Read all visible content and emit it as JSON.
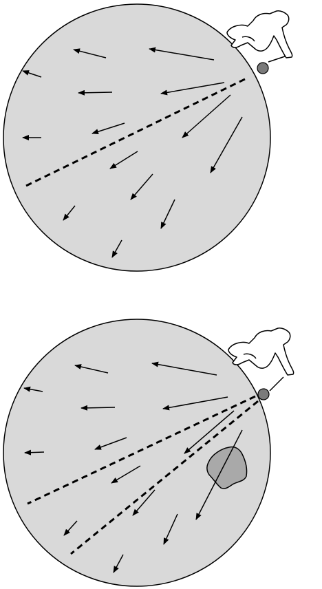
{
  "colors": {
    "disc_fill": "#d9d9d9",
    "outline": "#000000",
    "ball": "#7a7a7a",
    "obstacle": "#a9a9a9",
    "figure_fill": "#ffffff"
  },
  "panels": [
    {
      "id": "top",
      "elements": [
        "disc",
        "person-icon",
        "ball",
        "dashed-boundary",
        "arrows"
      ]
    },
    {
      "id": "bottom",
      "elements": [
        "disc",
        "person-icon",
        "ball",
        "dashed-boundary",
        "second-dashed-boundary",
        "obstacle",
        "arrows"
      ]
    }
  ]
}
